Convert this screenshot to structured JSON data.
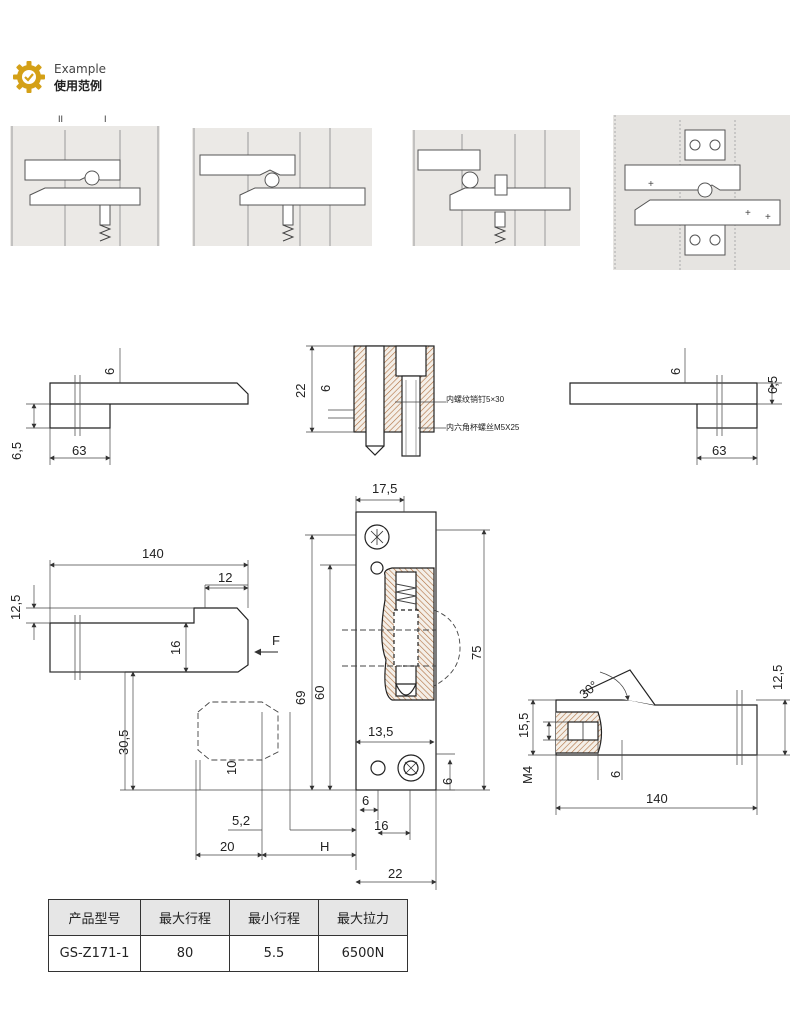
{
  "header": {
    "icon": "gear-check-icon",
    "title_en": "Example",
    "title_zh": "使用范例",
    "accent_color": "#d4a017"
  },
  "example_panels": {
    "label_ii": "II",
    "label_i": "I"
  },
  "drawing": {
    "side_view_left": {
      "dim_top": "6",
      "dim_left": "6,5",
      "dim_bottom": "63"
    },
    "section_view": {
      "dim_height": "22",
      "dim_offset": "6",
      "callout_pin": "内螺纹销钉5×30",
      "callout_screw": "内六角杯螺丝M5X25"
    },
    "side_view_right": {
      "dim_top": "6",
      "dim_right": "6,5",
      "dim_bottom": "63"
    },
    "latch_plan": {
      "dim_length": "140",
      "dim_tip": "12",
      "dim_height": "12,5",
      "dim_step": "16",
      "force_label": "F",
      "dim_extend": "30,5"
    },
    "base_plate": {
      "dim_width": "17,5",
      "dim_75": "75",
      "dim_69": "69",
      "dim_60": "60",
      "dim_13_5": "13,5",
      "dim_10": "10",
      "dim_6_right": "6",
      "dim_6_bottom": "6",
      "dim_5_2": "5,2",
      "dim_16": "16",
      "dim_20": "20",
      "dim_h": "H",
      "dim_22": "22"
    },
    "latch_side": {
      "dim_angle": "30°",
      "dim_12_5": "12,5",
      "dim_15_5": "15,5",
      "dim_m4": "M4",
      "dim_6": "6",
      "dim_140": "140"
    }
  },
  "spec_table": {
    "headers": [
      "产品型号",
      "最大行程",
      "最小行程",
      "最大拉力"
    ],
    "row": [
      "GS-Z171-1",
      "80",
      "5.5",
      "6500N"
    ]
  }
}
